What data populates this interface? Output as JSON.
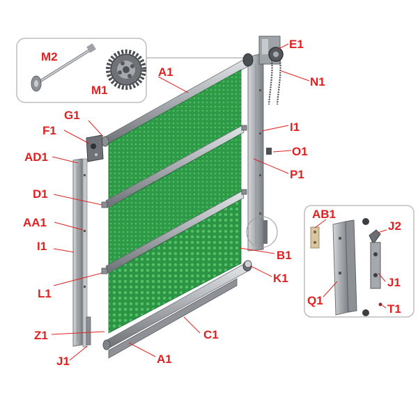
{
  "colors": {
    "label": "#e02020",
    "leader": "#e02020",
    "panel_green": "#2e9a48",
    "panel_green_light": "#4fbf63",
    "metal": "#b8bcc0",
    "metal_dark": "#7c8086",
    "inset_border": "#bdbdbd"
  },
  "labels": {
    "M2": "M2",
    "M1": "M1",
    "A1_top": "A1",
    "E1": "E1",
    "N1": "N1",
    "G1": "G1",
    "F1": "F1",
    "I1_right": "I1",
    "AD1": "AD1",
    "O1": "O1",
    "P1": "P1",
    "D1": "D1",
    "AA1": "AA1",
    "I1_left": "I1",
    "B1": "B1",
    "K1": "K1",
    "L1": "L1",
    "C1": "C1",
    "Z1": "Z1",
    "J1_bottom": "J1",
    "A1_bottom": "A1",
    "AB1": "AB1",
    "J2": "J2",
    "J1_inset": "J1",
    "Q1": "Q1",
    "T1": "T1"
  }
}
